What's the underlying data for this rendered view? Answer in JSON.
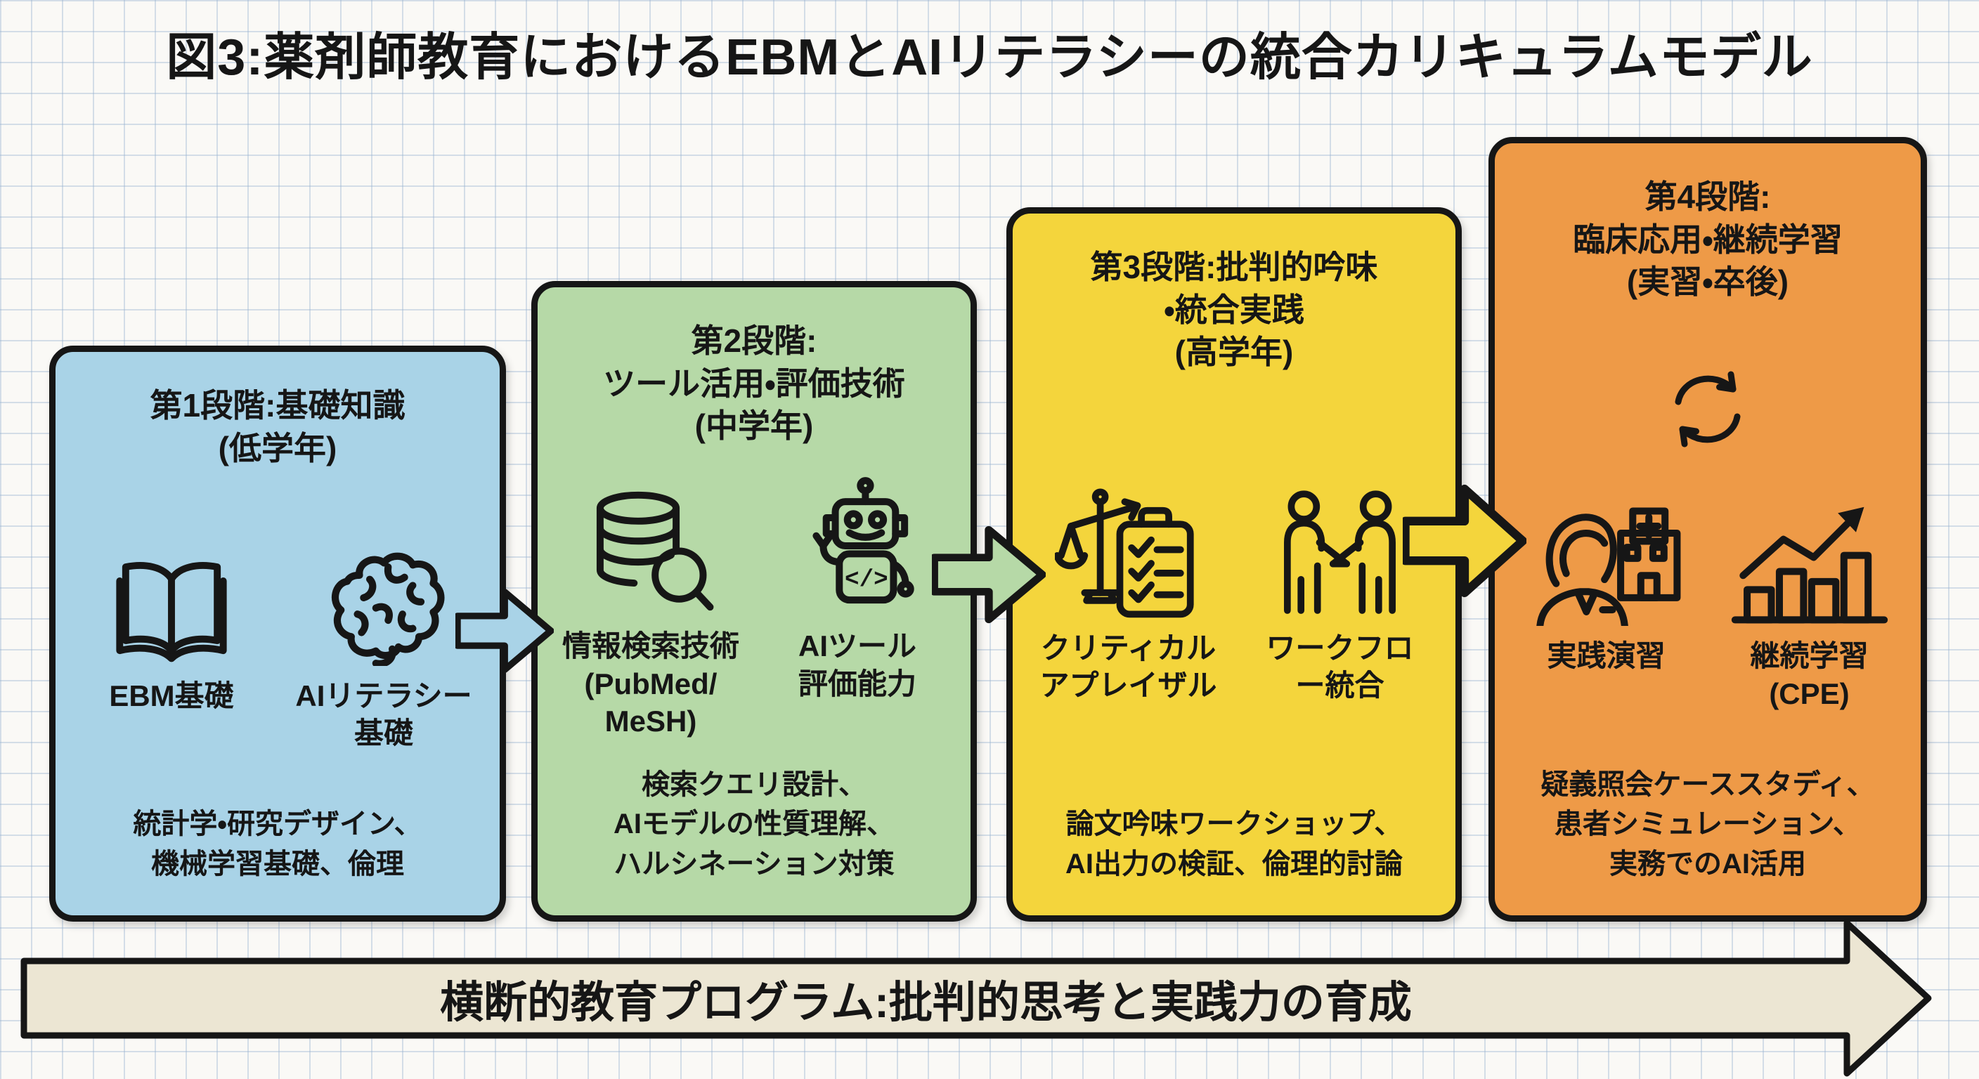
{
  "title": "図3:薬剤師教育におけるEBMとAIリテラシーの統合カリキュラムモデル",
  "stages": [
    {
      "header": "第1段階:基礎知識\n(低学年)",
      "items": [
        {
          "icon": "book-icon",
          "label": "EBM基礎"
        },
        {
          "icon": "brain-icon",
          "label": "AIリテラシー\n基礎"
        }
      ],
      "detail": "統計学・研究デザイン、\n機械学習基礎、倫理"
    },
    {
      "header": "第2段階:\nツール活用・評価技術\n(中学年)",
      "items": [
        {
          "icon": "database-search-icon",
          "label": "情報検索技術\n(PubMed/\nMeSH)"
        },
        {
          "icon": "ai-robot-icon",
          "label": "AIツール\n評価能力"
        }
      ],
      "detail": "検索クエリ設計、\nAIモデルの性質理解、\nハルシネーション対策"
    },
    {
      "header": "第3段階:批判的吟味\n・統合実践\n(高学年)",
      "items": [
        {
          "icon": "appraisal-scale-icon",
          "label": "クリティカル\nアプレイザル"
        },
        {
          "icon": "handshake-icon",
          "label": "ワークフロ\nー統合"
        }
      ],
      "detail": "論文吟味ワークショップ、\nAI出力の検証、倫理的討論"
    },
    {
      "header": "第4段階:\n臨床応用・継続学習\n(実習・卒後)",
      "cycle_icon": "cycle-arrows-icon",
      "items": [
        {
          "icon": "pharmacist-icon",
          "label": "実践演習"
        },
        {
          "icon": "growth-chart-icon",
          "label": "継続学習\n(CPE)"
        }
      ],
      "detail": "疑義照会ケーススタディ、\n患者シミュレーション、\n実務でのAI活用"
    }
  ],
  "banner": {
    "label": "横断的教育プログラム:批判的思考と実践力の育成"
  },
  "robot_glyph": "</>",
  "colors": {
    "stage1": "#a9d3e7",
    "stage2": "#b6d9a7",
    "stage3": "#f4d53c",
    "stage4": "#ee9a47",
    "banner": "#ece6d3",
    "outline": "#161616"
  }
}
